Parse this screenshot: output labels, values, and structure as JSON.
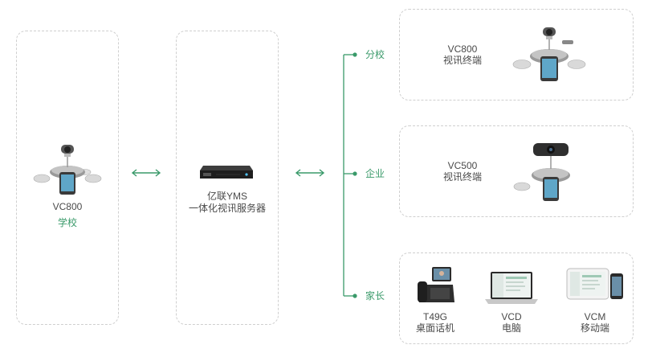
{
  "school": {
    "device_model": "VC800",
    "site_label": "学校"
  },
  "server": {
    "line1": "亿联YMS",
    "line2": "一体化视讯服务器"
  },
  "branches": [
    {
      "label": "分校"
    },
    {
      "label": "企业"
    },
    {
      "label": "家长"
    }
  ],
  "endpoints": {
    "branch_school": {
      "model": "VC800",
      "desc": "视讯终端"
    },
    "enterprise": {
      "model": "VC500",
      "desc": "视讯终端"
    },
    "parents": [
      {
        "model": "T49G",
        "desc": "桌面话机"
      },
      {
        "model": "VCD",
        "desc": "电脑"
      },
      {
        "model": "VCM",
        "desc": "移动端"
      }
    ]
  },
  "colors": {
    "accent": "#3a9a6a",
    "dashed_border": "#cfcfcf",
    "text": "#4a4a4a"
  },
  "icons": [
    "vc800-conference-system-icon",
    "vc500-conference-system-icon",
    "server-rack-icon",
    "ip-phone-icon",
    "laptop-icon",
    "tablet-and-phone-icon",
    "bidirectional-arrow-icon"
  ]
}
